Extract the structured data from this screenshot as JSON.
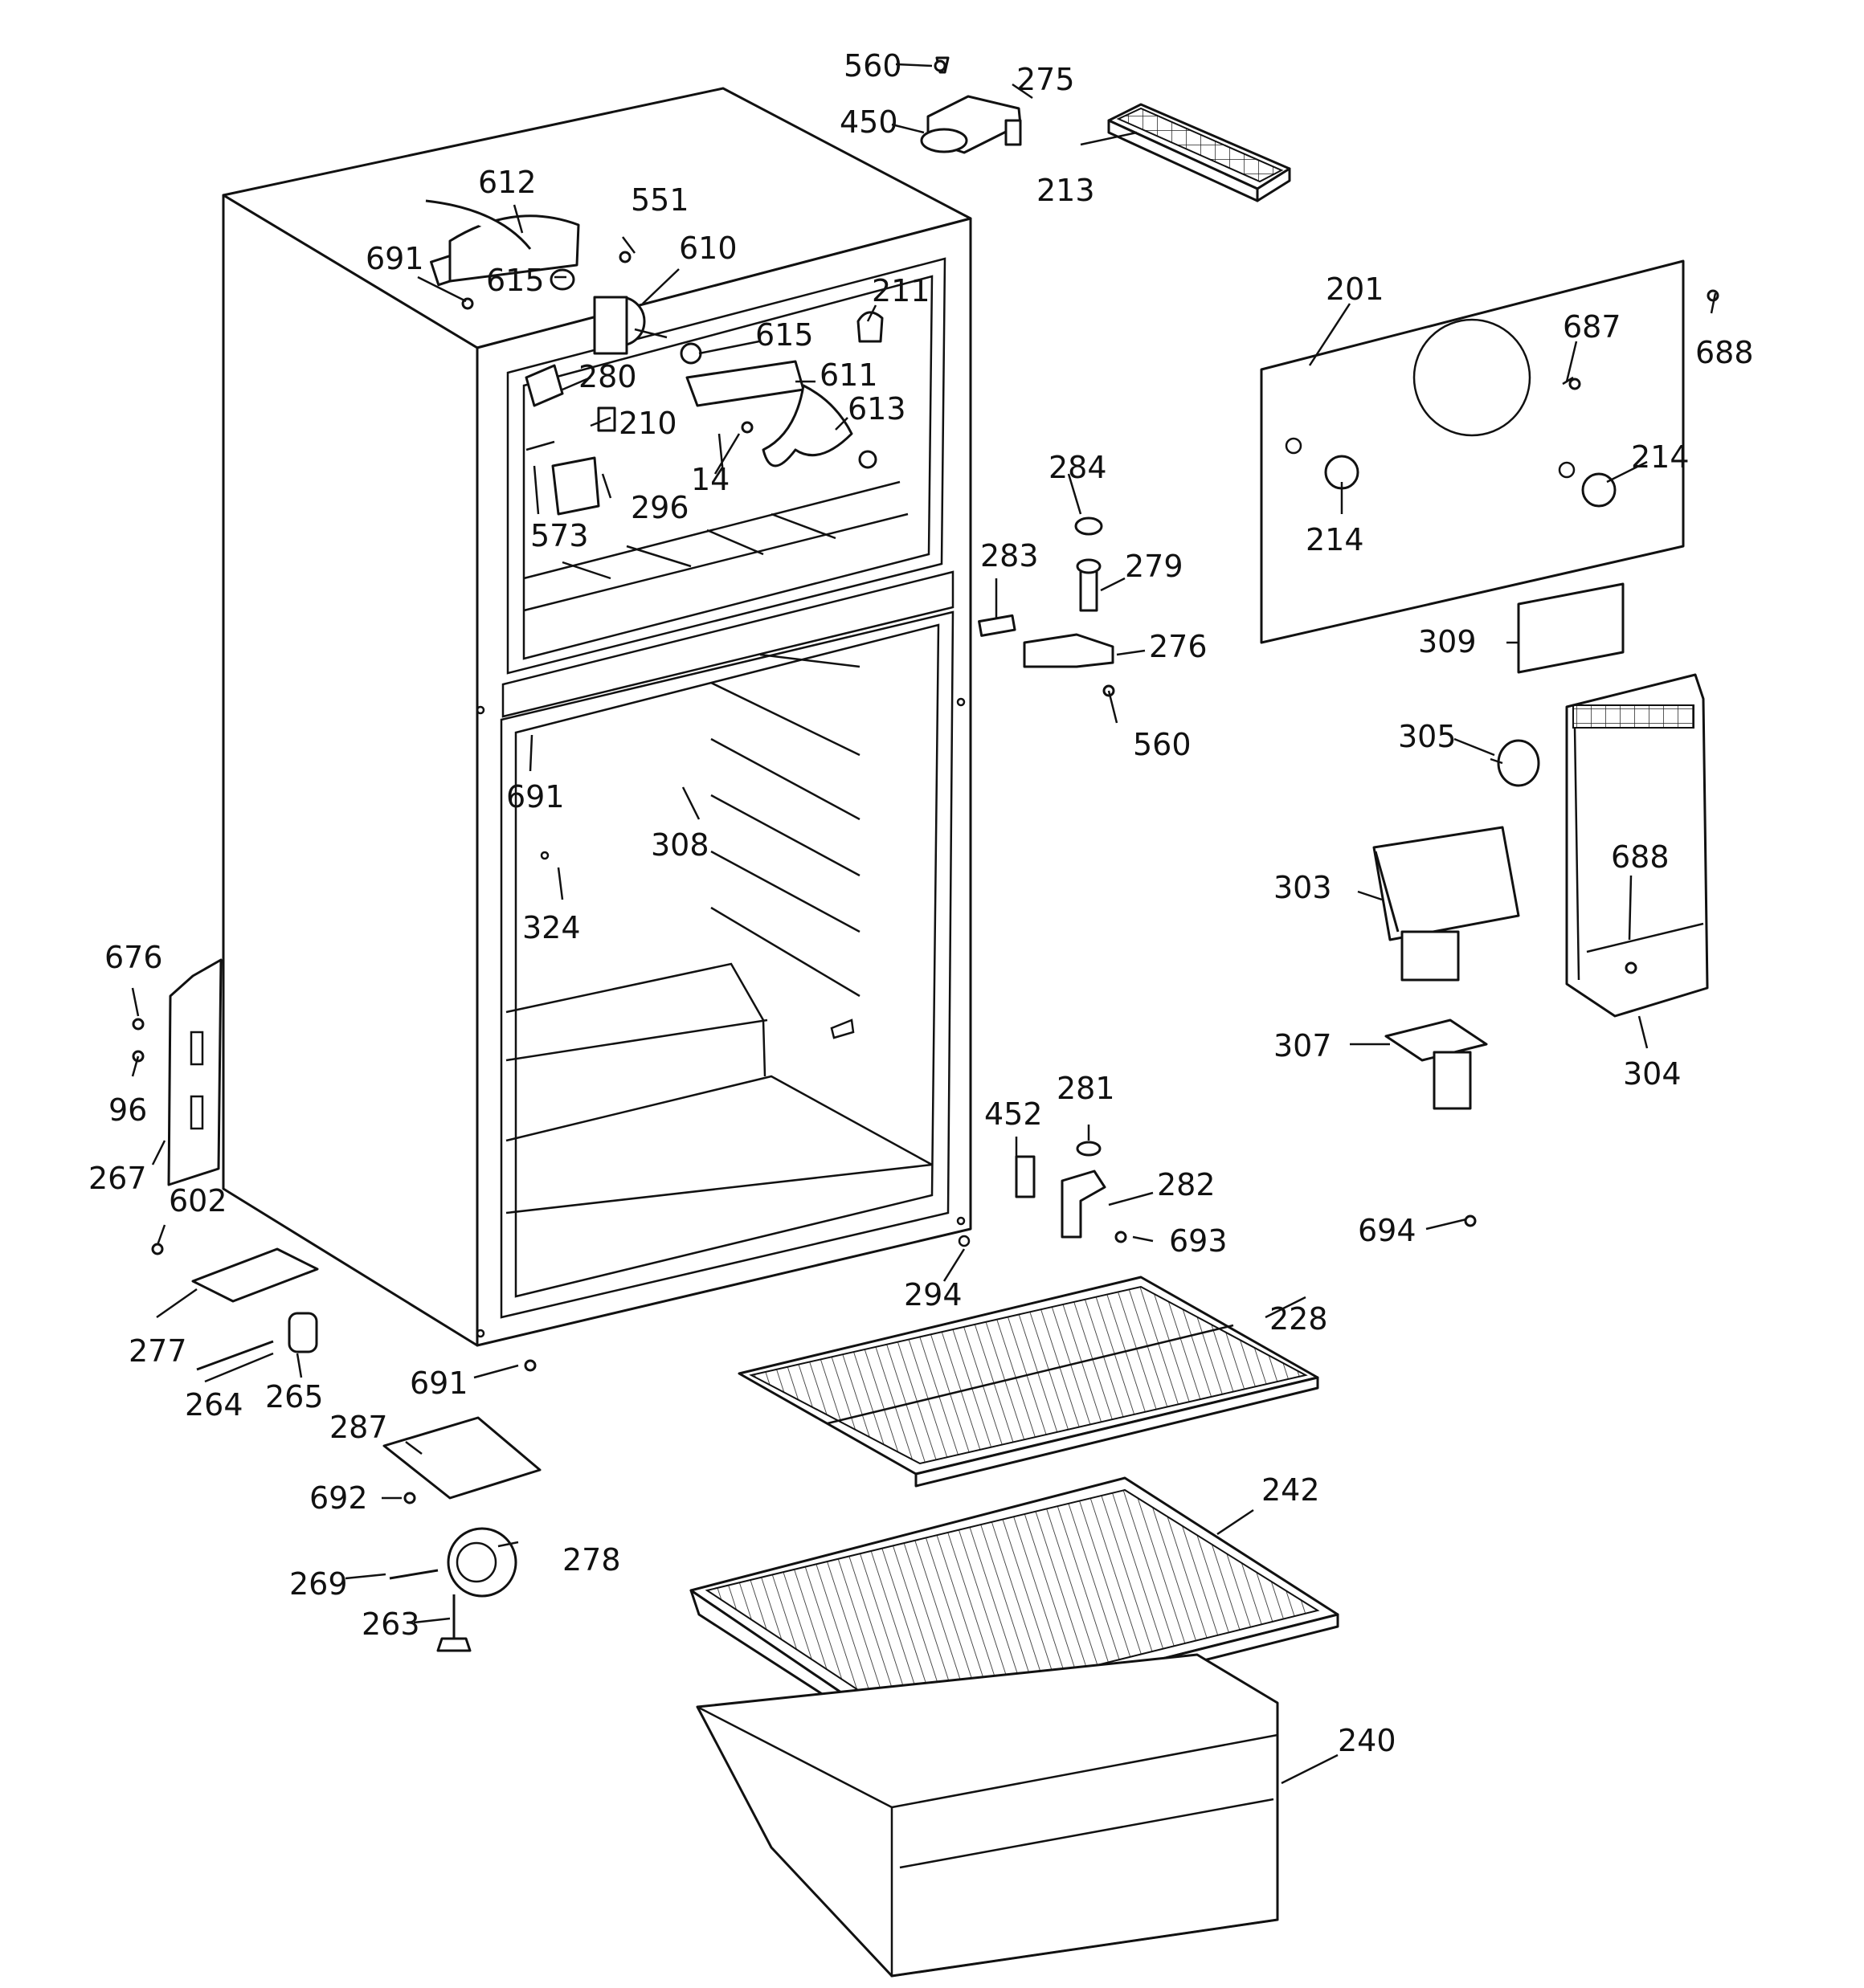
{
  "diagram": {
    "labels": [
      {
        "id": "560a",
        "text": "560"
      },
      {
        "id": "275",
        "text": "275"
      },
      {
        "id": "450",
        "text": "450"
      },
      {
        "id": "213",
        "text": "213"
      },
      {
        "id": "612",
        "text": "612"
      },
      {
        "id": "551",
        "text": "551"
      },
      {
        "id": "691a",
        "text": "691"
      },
      {
        "id": "615a",
        "text": "615"
      },
      {
        "id": "610",
        "text": "610"
      },
      {
        "id": "211",
        "text": "211"
      },
      {
        "id": "615b",
        "text": "615"
      },
      {
        "id": "611",
        "text": "611"
      },
      {
        "id": "280",
        "text": "280"
      },
      {
        "id": "210",
        "text": "210"
      },
      {
        "id": "613",
        "text": "613"
      },
      {
        "id": "14",
        "text": "14"
      },
      {
        "id": "296",
        "text": "296"
      },
      {
        "id": "573",
        "text": "573"
      },
      {
        "id": "201",
        "text": "201"
      },
      {
        "id": "687",
        "text": "687"
      },
      {
        "id": "688a",
        "text": "688"
      },
      {
        "id": "214a",
        "text": "214"
      },
      {
        "id": "214b",
        "text": "214"
      },
      {
        "id": "284",
        "text": "284"
      },
      {
        "id": "283",
        "text": "283"
      },
      {
        "id": "279",
        "text": "279"
      },
      {
        "id": "276",
        "text": "276"
      },
      {
        "id": "560b",
        "text": "560"
      },
      {
        "id": "309",
        "text": "309"
      },
      {
        "id": "305",
        "text": "305"
      },
      {
        "id": "691b",
        "text": "691"
      },
      {
        "id": "308",
        "text": "308"
      },
      {
        "id": "688b",
        "text": "688"
      },
      {
        "id": "303",
        "text": "303"
      },
      {
        "id": "324",
        "text": "324"
      },
      {
        "id": "676",
        "text": "676"
      },
      {
        "id": "96",
        "text": "96"
      },
      {
        "id": "267",
        "text": "267"
      },
      {
        "id": "307",
        "text": "307"
      },
      {
        "id": "304",
        "text": "304"
      },
      {
        "id": "452",
        "text": "452"
      },
      {
        "id": "281",
        "text": "281"
      },
      {
        "id": "282",
        "text": "282"
      },
      {
        "id": "602",
        "text": "602"
      },
      {
        "id": "693",
        "text": "693"
      },
      {
        "id": "694",
        "text": "694"
      },
      {
        "id": "294",
        "text": "294"
      },
      {
        "id": "277",
        "text": "277"
      },
      {
        "id": "228",
        "text": "228"
      },
      {
        "id": "691c",
        "text": "691"
      },
      {
        "id": "264",
        "text": "264"
      },
      {
        "id": "265",
        "text": "265"
      },
      {
        "id": "287",
        "text": "287"
      },
      {
        "id": "692",
        "text": "692"
      },
      {
        "id": "242",
        "text": "242"
      },
      {
        "id": "278",
        "text": "278"
      },
      {
        "id": "269",
        "text": "269"
      },
      {
        "id": "263",
        "text": "263"
      },
      {
        "id": "240",
        "text": "240"
      }
    ]
  }
}
